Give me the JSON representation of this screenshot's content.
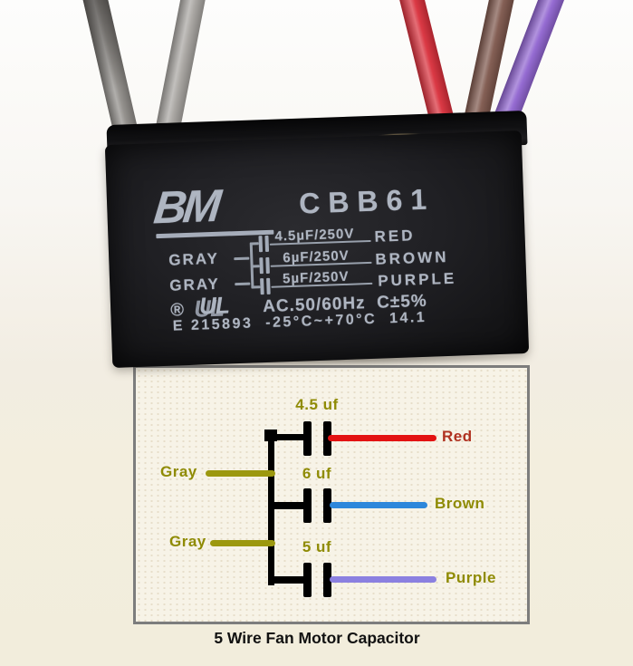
{
  "photo": {
    "label": {
      "brand": "BM",
      "model": "CBB61",
      "rows": [
        {
          "left": "",
          "value": "4.5µF/250V",
          "right": "RED"
        },
        {
          "left": "GRAY",
          "value": "6µF/250V",
          "right": "BROWN"
        },
        {
          "left": "GRAY",
          "value": "5µF/250V",
          "right": "PURPLE"
        }
      ],
      "reg_mark": "®",
      "ul_mark": "UL",
      "spec": "AC.50/60Hz  C±5%",
      "serial": "E 215893  -25°C~+70°C  14.1"
    },
    "wires": [
      {
        "color": "#8f8c88"
      },
      {
        "color": "#a8a5a1"
      },
      {
        "color": "#d92f3b"
      },
      {
        "color": "#7e574c"
      },
      {
        "color": "#9064d0"
      }
    ]
  },
  "diagram": {
    "caps": [
      {
        "value_label": "4.5 uf",
        "wire_label": "Red"
      },
      {
        "value_label": "6 uf",
        "wire_label": "Brown"
      },
      {
        "value_label": "5 uf",
        "wire_label": "Purple"
      }
    ],
    "gray_labels": [
      "Gray",
      "Gray"
    ]
  },
  "caption": "5 Wire Fan Motor Capacitor",
  "colors": {
    "diagram_red_line": "#e31212",
    "diagram_brown_line": "#2d87db",
    "diagram_purple_line": "#8b80e0",
    "diagram_gray_stub": "#9c980f",
    "olive_label": "#8f8b04",
    "red_label": "#b03120",
    "diagram_border": "#7d7d7d",
    "capacitor_label_text": "#aeb5c1"
  }
}
